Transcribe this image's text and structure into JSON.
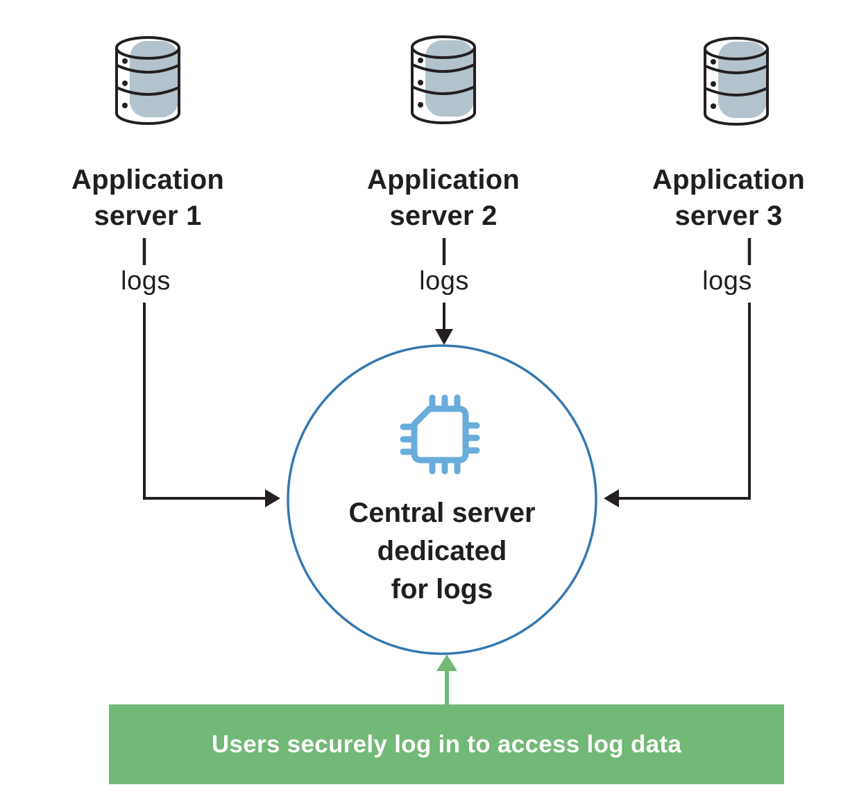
{
  "diagram": {
    "servers": [
      {
        "label": "Application server 1",
        "flow_label": "logs"
      },
      {
        "label": "Application server 2",
        "flow_label": "logs"
      },
      {
        "label": "Application server 3",
        "flow_label": "logs"
      }
    ],
    "central_server": {
      "line1": "Central server",
      "line2": "dedicated",
      "line3": "for logs"
    },
    "banner": {
      "text": "Users securely log in to access log data"
    },
    "icons": {
      "database": "database-cylinder-icon",
      "cpu": "cpu-chip-icon"
    }
  },
  "colors": {
    "text": "#1F1F1F",
    "line": "#231F20",
    "circle": "#3478B0",
    "chip": "#68ACDB",
    "db_fill": "#B2C3CD",
    "green": "#72B877",
    "banner_text": "#FFFFFF"
  }
}
